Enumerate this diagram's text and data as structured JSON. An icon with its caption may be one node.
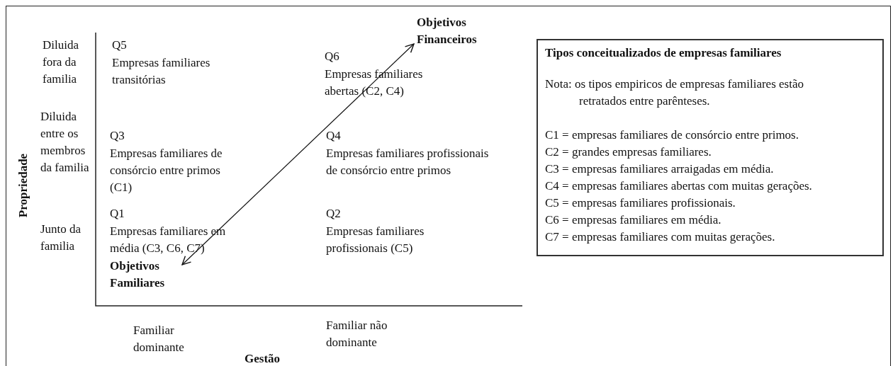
{
  "diagram": {
    "nodes": [
      {
        "text": [
          "Objetivos Financeiros"
        ]
      },
      {
        "text": [
          "Objetivos Familiares"
        ]
      },
      {
        "text": [
          "Tipos conceitualizados de empresas familiares",
          "Nota: os tipos empiricos de empresas familiares estão retratados entre parênteses.",
          "C1 = empresas familiares de consórcio entre primos.",
          "C2 = grandes empresas familiares.",
          "C3 = empresas familiares arraigadas em média.",
          "C4 = empresas familiares abertas com muitas gerações.",
          "C5 = empresas familiares profissionais.",
          "C6 = empresas familiares em média.",
          "C7 = empresas familiares com muitas gerações."
        ]
      }
    ],
    "edges": [
      {
        "from": 1,
        "to": 0,
        "arrow": "both"
      }
    ],
    "labels": [
      "Diluida fora da familia",
      "Q5",
      "Empresas familiares transitórias",
      "Q6",
      "Empresas familiares abertas (C2, C4)",
      "Diluida entre os membros da familia",
      "Q3",
      "Empresas familiares de consórcio entre primos (C1)",
      "Q4",
      "Empresas familiares profissionais de consórcio entre primos",
      "Propriedade",
      "Junto da familia",
      "Q1",
      "Empresas familiares em média (C3, C6, C7)",
      "Q2",
      "Empresas familiares profissionais (C5)",
      "Familiar dominante",
      "Familiar não dominante",
      "Gestão"
    ]
  }
}
